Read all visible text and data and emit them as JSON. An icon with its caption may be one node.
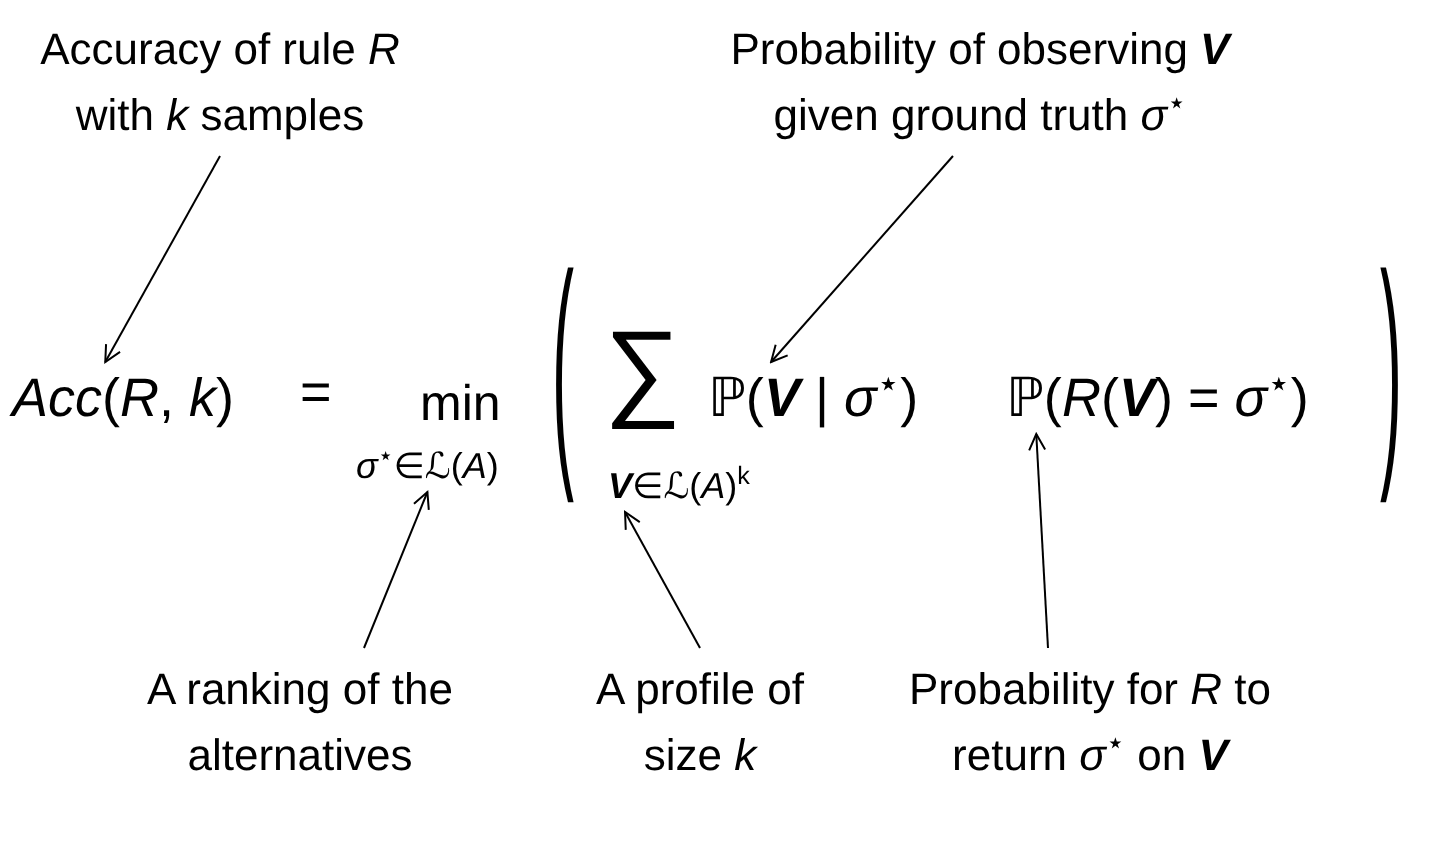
{
  "diagram": {
    "nodes": [
      {
        "text": [
          "Accuracy of rule *R* with *k* samples"
        ]
      },
      {
        "text": [
          "Probability of observing **V** given ground truth *σ*$^{⋆}$"
        ]
      },
      {
        "text": [
          "A ranking of the alternatives"
        ]
      },
      {
        "text": [
          "A profile of size *k*"
        ]
      },
      {
        "text": [
          "Probability for *R* to return *σ*$^{⋆}$ on **V**"
        ]
      },
      {
        "text": [
          "*Acc*(*R*, *k*)"
        ]
      },
      {
        "text": [
          "*σ*$^{⋆}$∈ℒ(*A*)"
        ]
      },
      {
        "text": [
          "**V**∈ℒ(*A*)$^{k}$"
        ]
      },
      {
        "text": [
          "ℙ(**V** | *σ*$^{⋆}$)"
        ]
      },
      {
        "text": [
          "ℙ(*R*(**V**) = *σ*$^{⋆}$)"
        ]
      }
    ],
    "edges": [
      {
        "from": 0,
        "to": 5,
        "arrow": "to"
      },
      {
        "from": 1,
        "to": 8,
        "arrow": "to"
      },
      {
        "from": 2,
        "to": 6,
        "arrow": "to"
      },
      {
        "from": 3,
        "to": 7,
        "arrow": "to"
      },
      {
        "from": 4,
        "to": 9,
        "arrow": "to"
      }
    ],
    "labels": [
      "=",
      "min",
      "(",
      "∑",
      ")"
    ]
  }
}
